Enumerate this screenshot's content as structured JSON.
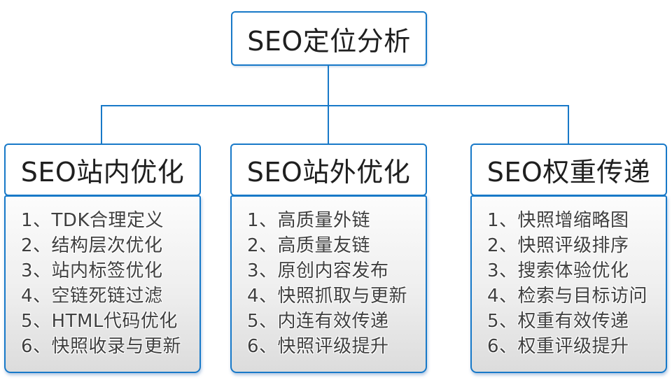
{
  "root": {
    "label": "SEO定位分析"
  },
  "branches": [
    {
      "id": "onsite",
      "title": "SEO站内优化",
      "items": [
        "1、TDK合理定义",
        "2、结构层次优化",
        "3、站内标签优化",
        "4、空链死链过滤",
        "5、HTML代码优化",
        "6、快照收录与更新"
      ]
    },
    {
      "id": "offsite",
      "title": "SEO站外优化",
      "items": [
        "1、高质量外链",
        "2、高质量友链",
        "3、原创内容发布",
        "4、快照抓取与更新",
        "5、内连有效传递",
        "6、快照评级提升"
      ]
    },
    {
      "id": "weight",
      "title": "SEO权重传递",
      "items": [
        "1、快照增缩略图",
        "2、快照评级排序",
        "3、搜索体验优化",
        "4、检索与目标访问",
        "5、权重有效传递",
        "6、权重评级提升"
      ]
    }
  ],
  "colors": {
    "accent_border": "#1879c8",
    "connector": "#1879c8",
    "header_text": "#1f1f1f",
    "item_text": "#3f3f3f",
    "body_gradient_top": "#fcfcfc",
    "body_gradient_bottom": "#dcdcdc"
  }
}
